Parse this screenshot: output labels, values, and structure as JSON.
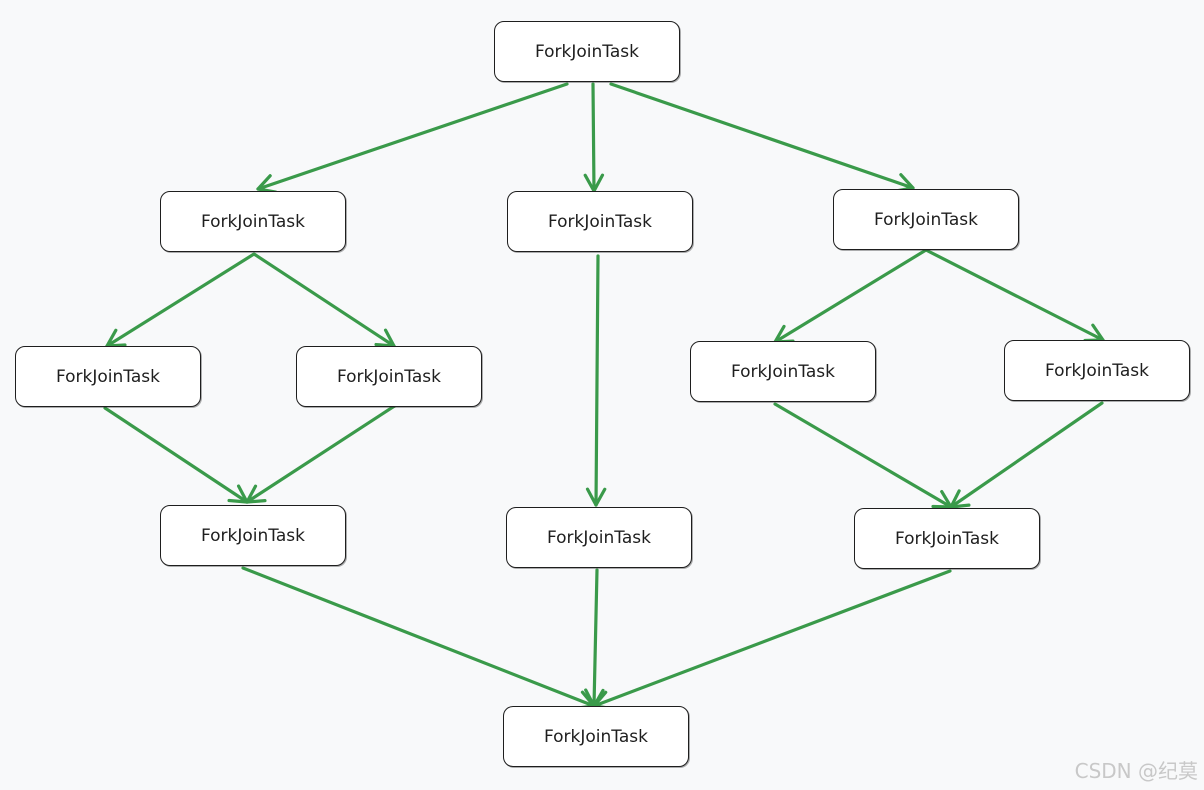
{
  "diagram": {
    "edge_color": "#3a9a4a",
    "nodes": [
      {
        "id": "n1",
        "label": "ForkJoinTask"
      },
      {
        "id": "n2",
        "label": "ForkJoinTask"
      },
      {
        "id": "n3",
        "label": "ForkJoinTask"
      },
      {
        "id": "n4",
        "label": "ForkJoinTask"
      },
      {
        "id": "n5",
        "label": "ForkJoinTask"
      },
      {
        "id": "n6",
        "label": "ForkJoinTask"
      },
      {
        "id": "n7",
        "label": "ForkJoinTask"
      },
      {
        "id": "n8",
        "label": "ForkJoinTask"
      },
      {
        "id": "n9",
        "label": "ForkJoinTask"
      },
      {
        "id": "n10",
        "label": "ForkJoinTask"
      },
      {
        "id": "n11",
        "label": "ForkJoinTask"
      },
      {
        "id": "n12",
        "label": "ForkJoinTask"
      }
    ],
    "edges": [
      {
        "from": "n1",
        "to": "n2"
      },
      {
        "from": "n1",
        "to": "n3"
      },
      {
        "from": "n1",
        "to": "n4"
      },
      {
        "from": "n2",
        "to": "n5"
      },
      {
        "from": "n2",
        "to": "n6"
      },
      {
        "from": "n4",
        "to": "n7"
      },
      {
        "from": "n4",
        "to": "n8"
      },
      {
        "from": "n5",
        "to": "n9"
      },
      {
        "from": "n6",
        "to": "n9"
      },
      {
        "from": "n3",
        "to": "n10"
      },
      {
        "from": "n7",
        "to": "n11"
      },
      {
        "from": "n8",
        "to": "n11"
      },
      {
        "from": "n9",
        "to": "n12"
      },
      {
        "from": "n10",
        "to": "n12"
      },
      {
        "from": "n11",
        "to": "n12"
      }
    ]
  },
  "watermark": "CSDN @纪莫"
}
